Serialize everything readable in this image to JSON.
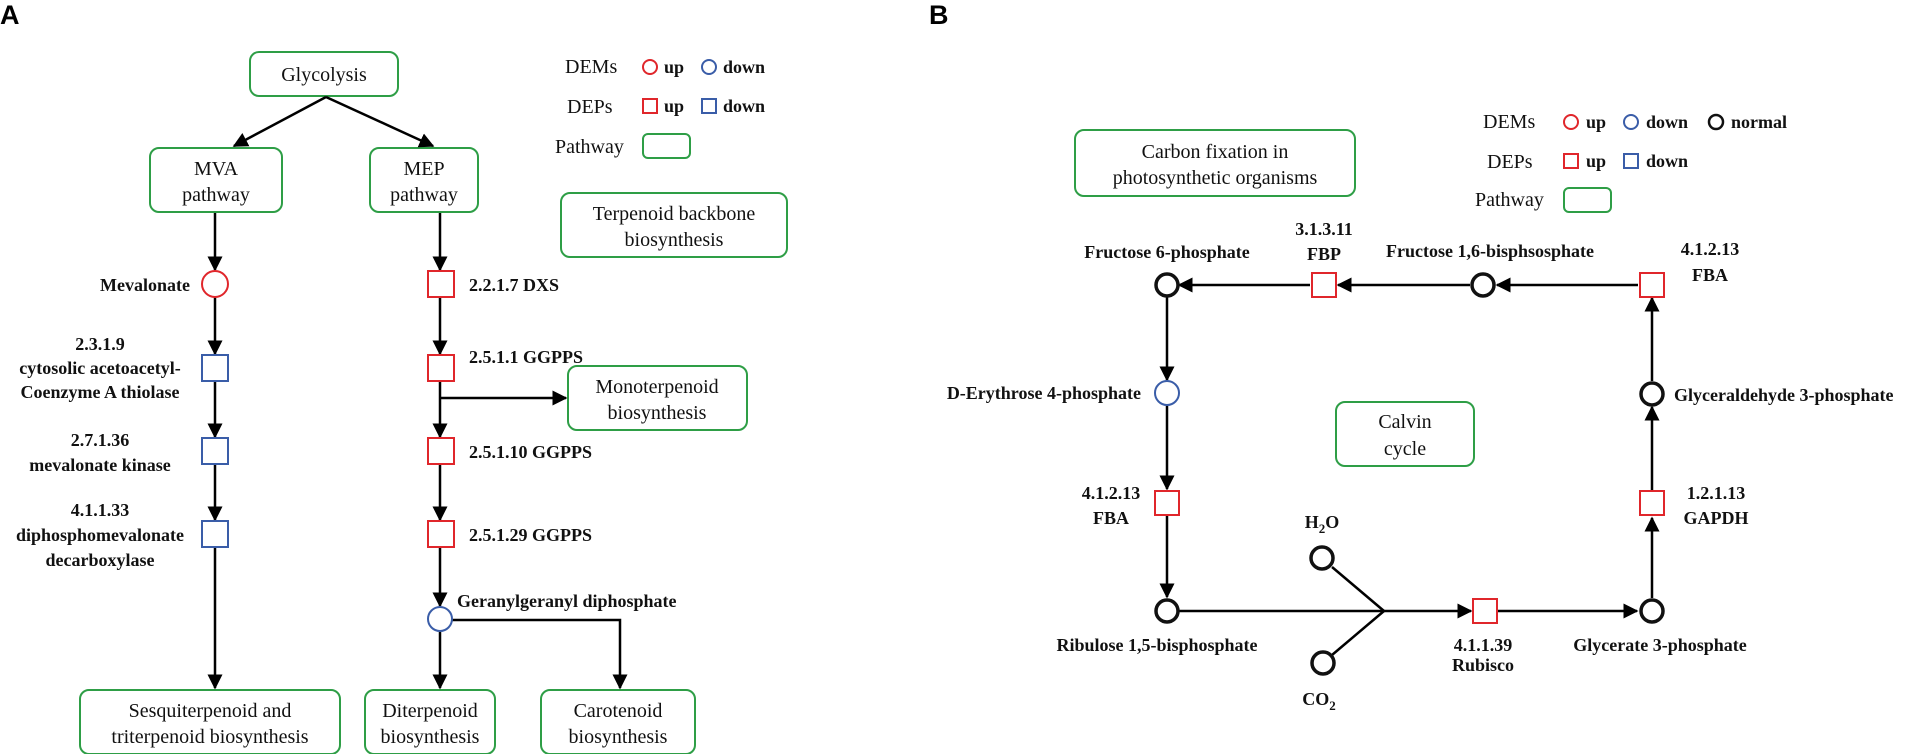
{
  "colors": {
    "up": "#e0262b",
    "down": "#3a5da8",
    "normal": "#111111",
    "pathway_border": "#2e9e46"
  },
  "panel_a": {
    "label": "A",
    "legend": {
      "dems": "DEMs",
      "deps": "DEPs",
      "pathway": "Pathway",
      "up": "up",
      "down": "down"
    },
    "pathways": {
      "glycolysis": [
        "Glycolysis"
      ],
      "mva": [
        "MVA",
        "pathway"
      ],
      "mep": [
        "MEP",
        "pathway"
      ],
      "terpenoid_backbone": [
        "Terpenoid backbone",
        "biosynthesis"
      ],
      "monoterpenoid": [
        "Monoterpenoid",
        "biosynthesis"
      ],
      "sesquiterpenoid": [
        "Sesquiterpenoid and",
        "triterpenoid biosynthesis"
      ],
      "diterpenoid": [
        "Diterpenoid",
        "biosynthesis"
      ],
      "carotenoid": [
        "Carotenoid",
        "biosynthesis"
      ]
    },
    "nodes": {
      "mevalonate": "Mevalonate",
      "thiolase": [
        "2.3.1.9",
        "cytosolic acetoacetyl-",
        "Coenzyme A thiolase"
      ],
      "mevalonate_kinase": [
        "2.7.1.36",
        "mevalonate kinase"
      ],
      "decarboxylase": [
        "4.1.1.33",
        "diphosphomevalonate",
        "decarboxylase"
      ],
      "dxs": "2.2.1.7 DXS",
      "ggpps1": "2.5.1.1 GGPPS",
      "ggpps10": "2.5.1.10 GGPPS",
      "ggpps29": "2.5.1.29 GGPPS",
      "ggdp": "Geranylgeranyl diphosphate"
    }
  },
  "panel_b": {
    "label": "B",
    "legend": {
      "dems": "DEMs",
      "deps": "DEPs",
      "pathway": "Pathway",
      "up": "up",
      "down": "down",
      "normal": "normal"
    },
    "pathways": {
      "carbon_fixation": [
        "Carbon fixation in",
        "photosynthetic organisms"
      ],
      "calvin": [
        "Calvin",
        "cycle"
      ]
    },
    "nodes": {
      "f6p": "Fructose 6-phosphate",
      "fbp": [
        "3.1.3.11",
        "FBP"
      ],
      "f16bp": "Fructose 1,6-bisphsosphate",
      "fba_top": [
        "4.1.2.13",
        "FBA"
      ],
      "e4p": "D-Erythrose 4-phosphate",
      "g3p": "Glyceraldehyde 3-phosphate",
      "fba_left": [
        "4.1.2.13",
        "FBA"
      ],
      "gapdh": [
        "1.2.1.13",
        "GAPDH"
      ],
      "h2o": "H",
      "h2o_sub": "2",
      "h2o_suffix": "O",
      "rubp": "Ribulose 1,5-bisphosphate",
      "rubisco": [
        "4.1.1.39",
        "Rubisco"
      ],
      "gly3p": "Glycerate 3-phosphate",
      "co2": "CO",
      "co2_sub": "2"
    }
  }
}
